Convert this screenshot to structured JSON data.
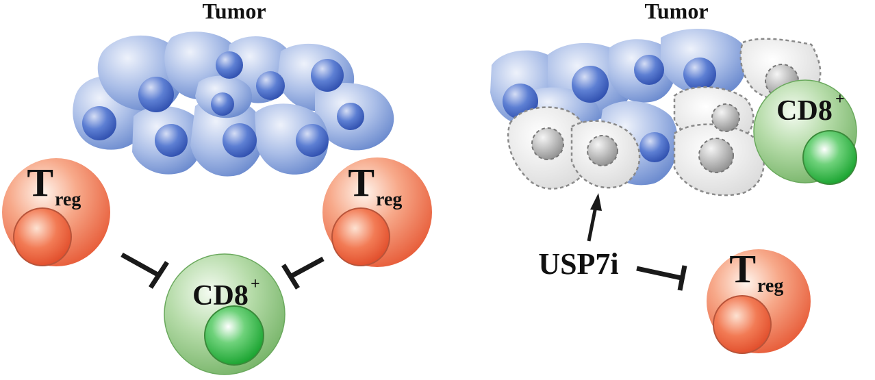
{
  "left_panel": {
    "tumor_label": "Tumor",
    "treg_left": {
      "main": "T",
      "sub": "reg"
    },
    "treg_right": {
      "main": "T",
      "sub": "reg"
    },
    "cd8": {
      "main": "CD8",
      "sup": "+"
    }
  },
  "right_panel": {
    "tumor_label": "Tumor",
    "cd8": {
      "main": "CD8",
      "sup": "+"
    },
    "treg": {
      "main": "T",
      "sub": "reg"
    },
    "drug_label": "USP7i"
  },
  "colors": {
    "tumor_cell": "#8aa6dd",
    "tumor_nucleus": "#3f62c2",
    "dying_cell": "#e6e6e6",
    "treg": "#f07a58",
    "cd8": "#8cc27f",
    "cd8_nucleus": "#22aa33"
  }
}
